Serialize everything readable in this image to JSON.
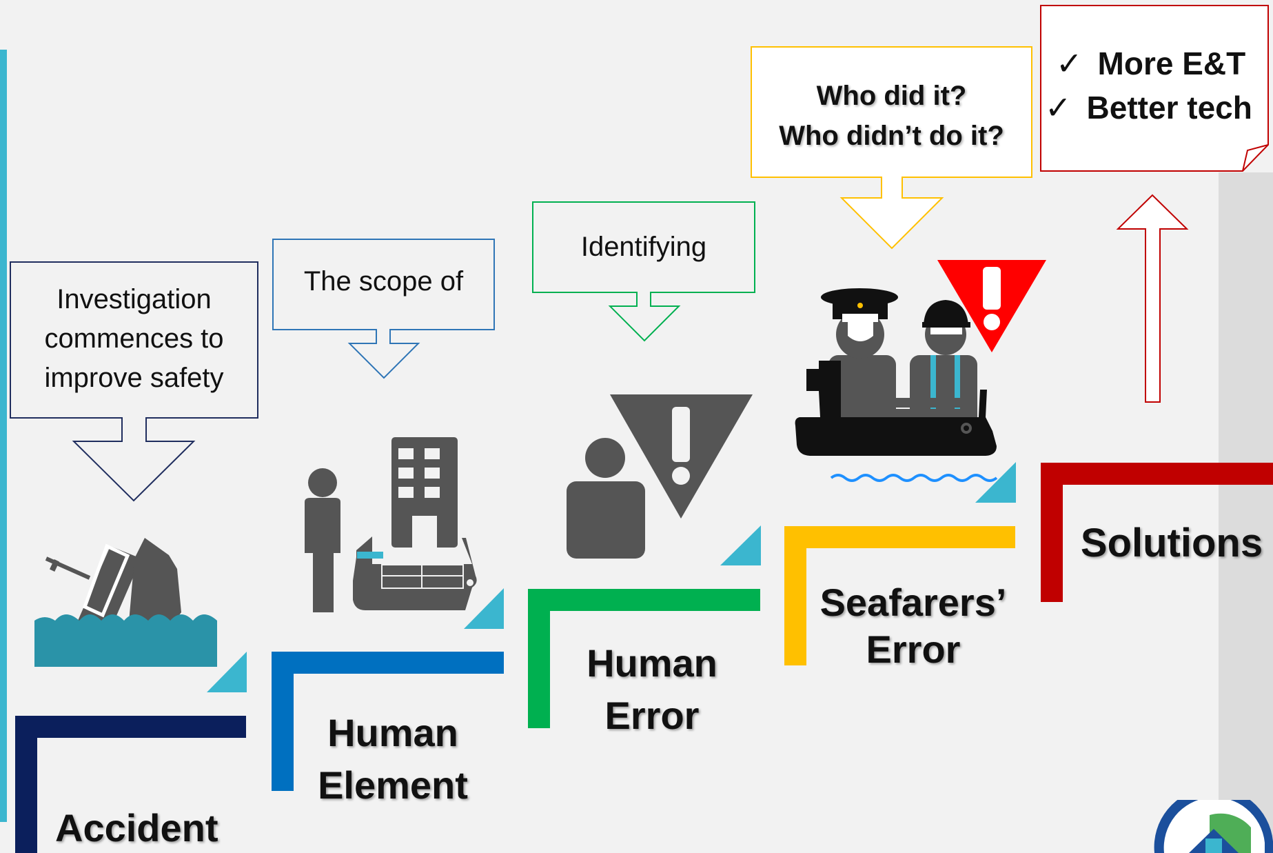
{
  "callouts": {
    "investigation": {
      "line1": "Investigation",
      "line2": "commences to",
      "line3": "improve safety"
    },
    "scope": {
      "line1": "The scope of"
    },
    "identifying": {
      "line1": "Identifying"
    },
    "who": {
      "line1": "Who did it?",
      "line2": "Who didn’t do it?"
    },
    "outcomes": {
      "item1": "More E&T",
      "item2": "Better tech",
      "check_glyph": "✓"
    }
  },
  "steps": {
    "accident": {
      "label": "Accident",
      "color": "#0b1f5c"
    },
    "human_element": {
      "line1": "Human",
      "line2": "Element",
      "color": "#0070c0"
    },
    "human_error": {
      "line1": "Human",
      "line2": "Error",
      "color": "#00b050"
    },
    "seafarers_error": {
      "line1": "Seafarers’",
      "line2": "Error",
      "color": "#ffc000"
    },
    "solutions": {
      "label": "Solutions",
      "color": "#c00000"
    }
  },
  "icons": {
    "accident": "sinking-ship-icon",
    "human_element": "person-building-ship-icon",
    "human_error": "person-warning-icon",
    "seafarers_error": "crew-ship-warning-icon",
    "logo": "organization-logo-icon"
  },
  "colors": {
    "accent_teal": "#3bb6cf",
    "icon_gray": "#555555",
    "warning_red": "#ff0000",
    "water": "#2a93a8"
  }
}
